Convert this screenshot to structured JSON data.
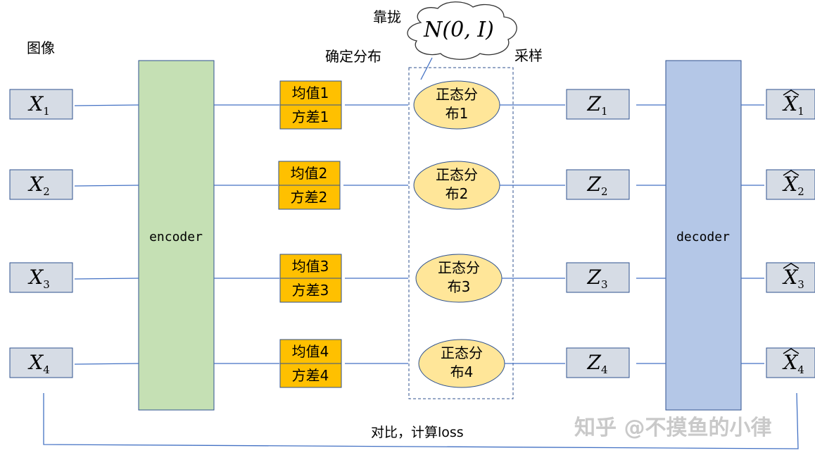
{
  "labels": {
    "image": "图像",
    "determine_distribution": "确定分布",
    "approach": "靠拢",
    "sampling": "采样",
    "prior": "N(0, I)",
    "compare": "对比，计算loss",
    "encoder": "encoder",
    "decoder": "decoder",
    "watermark": "知乎 @不摸鱼的小律"
  },
  "rows": [
    {
      "x_label": "X",
      "x_sub": "1",
      "mean": "均值1",
      "var": "方差1",
      "dist_line1": "正态分",
      "dist_line2": "布1",
      "z_label": "Z",
      "z_sub": "1",
      "out_label": "X",
      "out_sub": "1"
    },
    {
      "x_label": "X",
      "x_sub": "2",
      "mean": "均值2",
      "var": "方差2",
      "dist_line1": "正态分",
      "dist_line2": "布2",
      "z_label": "Z",
      "z_sub": "2",
      "out_label": "X",
      "out_sub": "2"
    },
    {
      "x_label": "X",
      "x_sub": "3",
      "mean": "均值3",
      "var": "方差3",
      "dist_line1": "正态分",
      "dist_line2": "布3",
      "z_label": "Z",
      "z_sub": "3",
      "out_label": "X",
      "out_sub": "3"
    },
    {
      "x_label": "X",
      "x_sub": "4",
      "mean": "均值4",
      "var": "方差4",
      "dist_line1": "正态分",
      "dist_line2": "布4",
      "z_label": "Z",
      "z_sub": "4",
      "out_label": "X",
      "out_sub": "4"
    }
  ],
  "colors": {
    "encoder_fill": "#c5e0b4",
    "decoder_fill": "#b4c7e7",
    "param_fill": "#ffc000",
    "dist_fill": "#ffe699",
    "box_fill": "#d6dce5",
    "arrow": "#4472c4"
  }
}
